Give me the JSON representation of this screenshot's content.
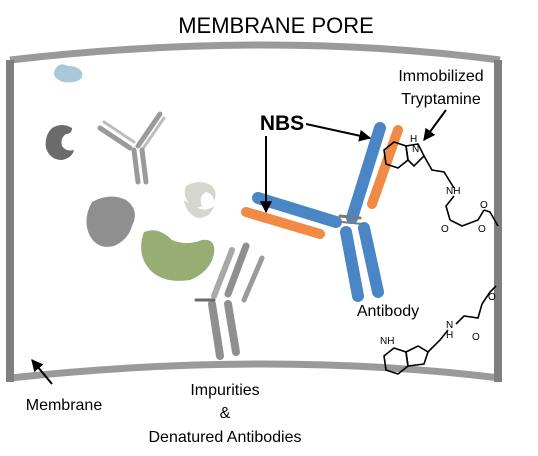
{
  "title": "MEMBRANE PORE",
  "labels": {
    "ligand_line1": "Immobilized",
    "ligand_line2": "Tryptamine",
    "nbs": "NBS",
    "antibody": "Antibody",
    "membrane": "Membrane",
    "impurities_line1": "Impurities",
    "impurities_line2": "&",
    "impurities_line3": "Denatured Antibodies"
  },
  "chem_labels": {
    "nh_ring": "H\nN",
    "nh_chain": "NH",
    "o_carbonyl": "O",
    "o_ester": "O",
    "o_terminal": "O",
    "nh_lower_ring": "NH",
    "nh_lower_chain": "N\nH",
    "o_lower_carbonyl": "O",
    "o_lower_ester": "O"
  },
  "colors": {
    "membrane": "#7f7f7f",
    "heavy_chain": "#4a86c5",
    "light_chain": "#f08a45",
    "impurity_gray": "#8f8f8f",
    "impurity_green": "#97ad74",
    "impurity_blue": "#a9c9d8",
    "impurity_light": "#d6d6cf",
    "impurity_dark": "#6b6b6b"
  }
}
